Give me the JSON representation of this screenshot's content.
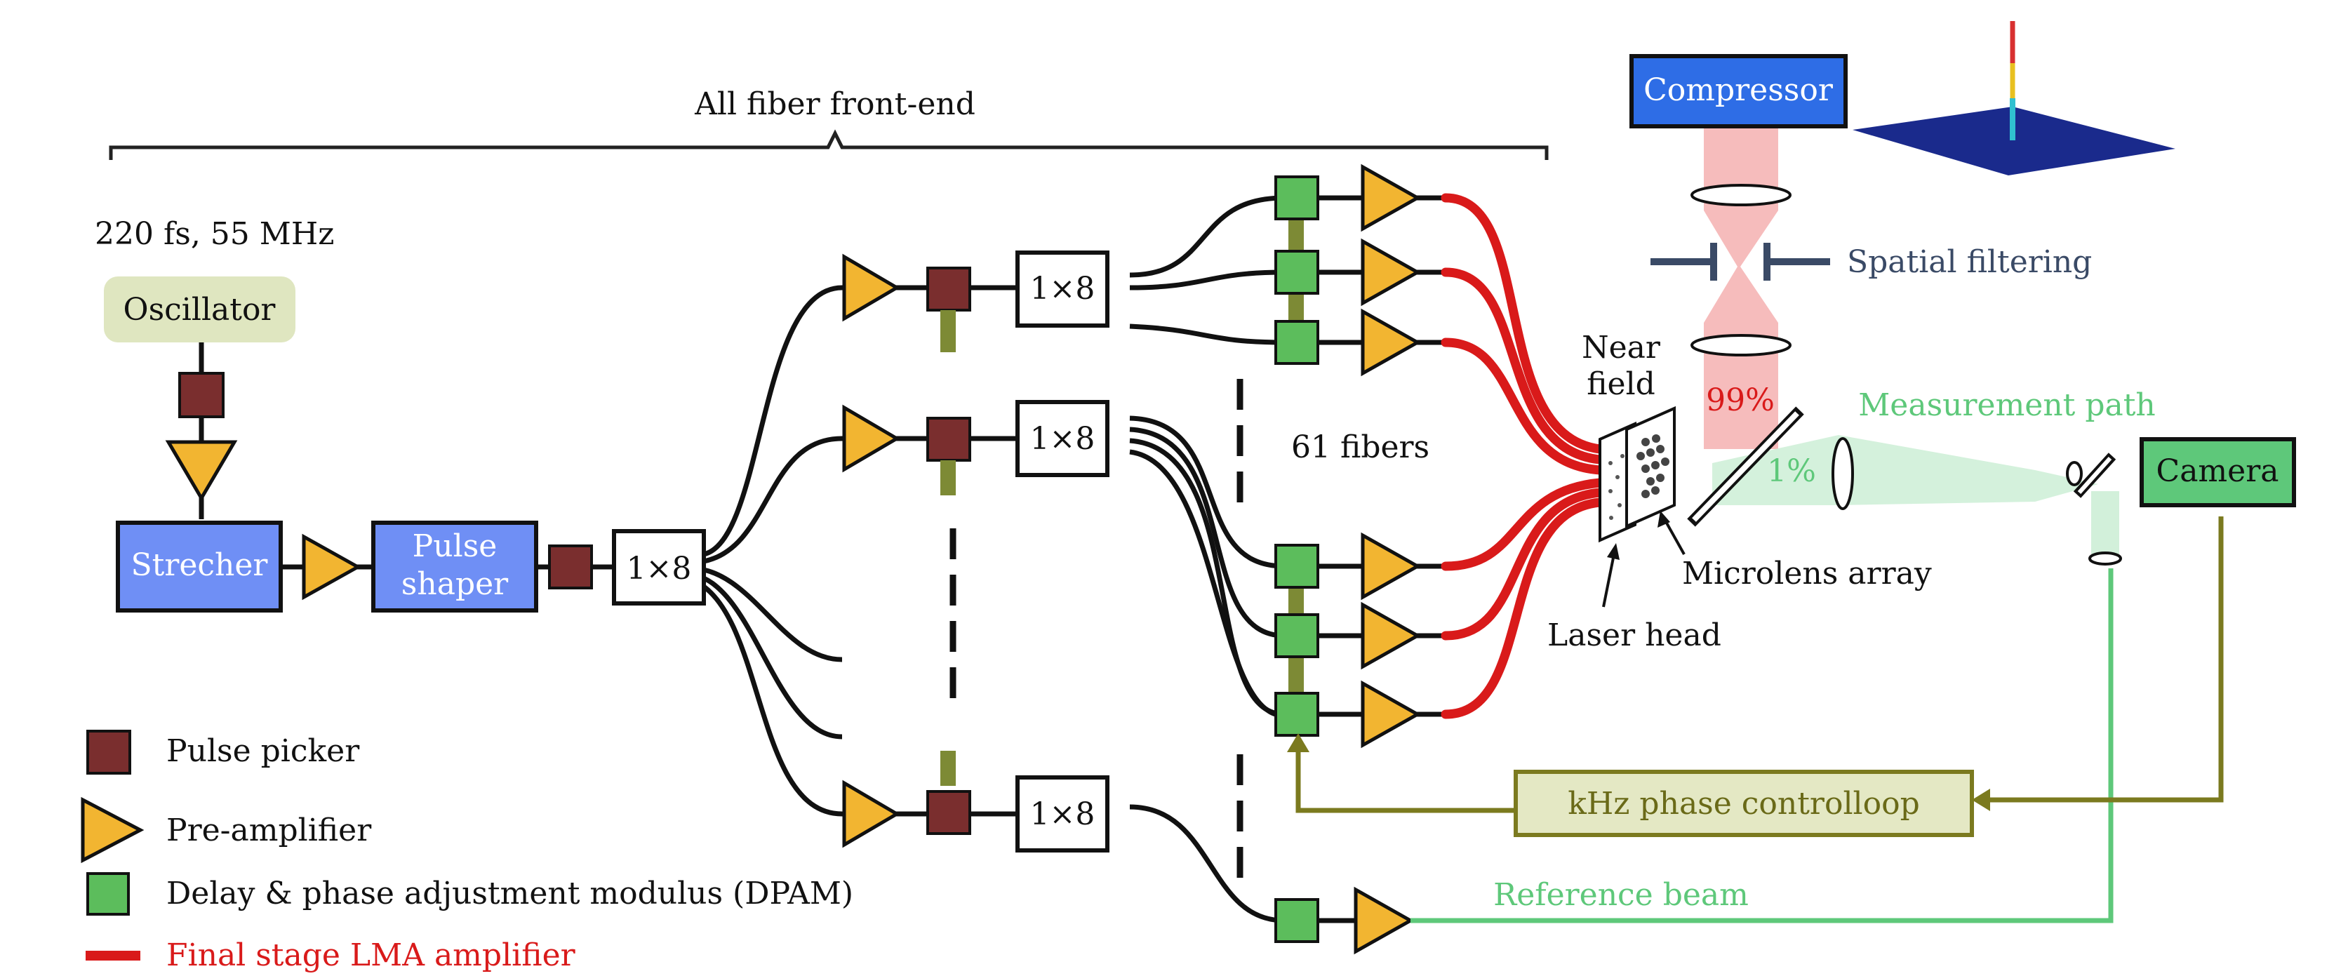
{
  "labels": {
    "front_end": "All fiber front-end",
    "pulse_spec": "220 fs, 55 MHz",
    "fibers": "61 fibers",
    "near_field": "Near field",
    "near": "Near",
    "field": "field",
    "pct99": "99%",
    "pct1": "1%",
    "measurement_path": "Measurement path",
    "spatial_filtering": "Spatial filtering",
    "microlens_array": "Microlens array",
    "laser_head": "Laser head",
    "reference_beam": "Reference beam"
  },
  "blocks": {
    "oscillator": "Oscillator",
    "stretcher": "Strecher",
    "pulse_shaper_1": "Pulse",
    "pulse_shaper_2": "shaper",
    "splitter_main": "1×8",
    "splitter_a": "1×8",
    "splitter_b": "1×8",
    "splitter_c": "1×8",
    "compressor": "Compressor",
    "camera": "Camera",
    "control_loop": "kHz phase controlloop"
  },
  "legend": [
    {
      "symbol": "pulse-picker",
      "label": "Pulse picker"
    },
    {
      "symbol": "pre-amplifier",
      "label": "Pre-amplifier"
    },
    {
      "symbol": "dpam",
      "label": "Delay & phase adjustment modulus (DPAM)"
    },
    {
      "symbol": "lma-amplifier",
      "label": "Final stage LMA amplifier"
    }
  ],
  "colors": {
    "blue_block": "#6f8ff5",
    "oscillator_fill": "#dfe6c0",
    "picker": "#7a2e2e",
    "amp": "#f2b531",
    "dpam": "#5cbd5c",
    "lma_red": "#d91a1a",
    "measurement_green": "#5ec87a",
    "olive": "#7b7a1f",
    "control_fill": "#e4e8c4",
    "slate": "#3a4a66",
    "beam_pink": "#f5b5b5",
    "compressor_blue": "#2e6de6"
  }
}
